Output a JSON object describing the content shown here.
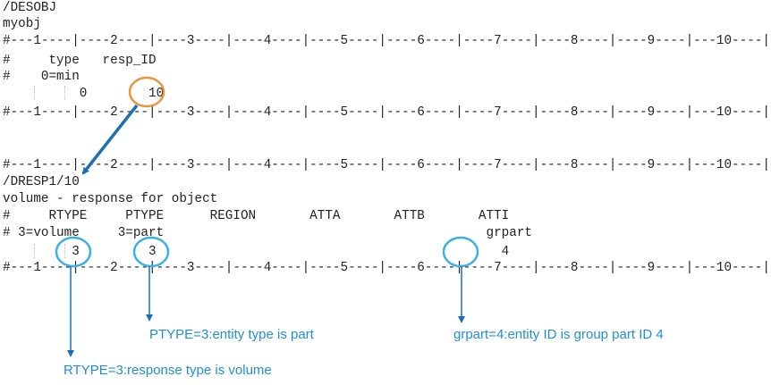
{
  "desobj": {
    "keyword": "/DESOBJ",
    "title": "myobj",
    "ruler": "#---1----|----2----|----3----|----4----|----5----|----6----|----7----|----8----|----9----|---10----|",
    "header": "#     type   resp_ID",
    "comment": "#    0=min",
    "values_line": "          0        10"
  },
  "dresp1": {
    "keyword": "/DRESP1/10",
    "title": "volume - response for object",
    "header": "#     RTYPE     PTYPE      REGION       ATTA       ATTB       ATTI",
    "comment": "# 3=volume     3=part                                          grpart",
    "values_line": "         3         3                                             4"
  },
  "annotations": {
    "ptype": "PTYPE=3:entity type is part",
    "grpart": "grpart=4:entity ID is group part ID 4",
    "rtype": "RTYPE=3:response type is volume"
  },
  "colors": {
    "orange_circle": "#e8963a",
    "blue_circle": "#3ab0e8",
    "arrow": "#1a6fb5",
    "annotation_text": "#1e8fd8"
  }
}
